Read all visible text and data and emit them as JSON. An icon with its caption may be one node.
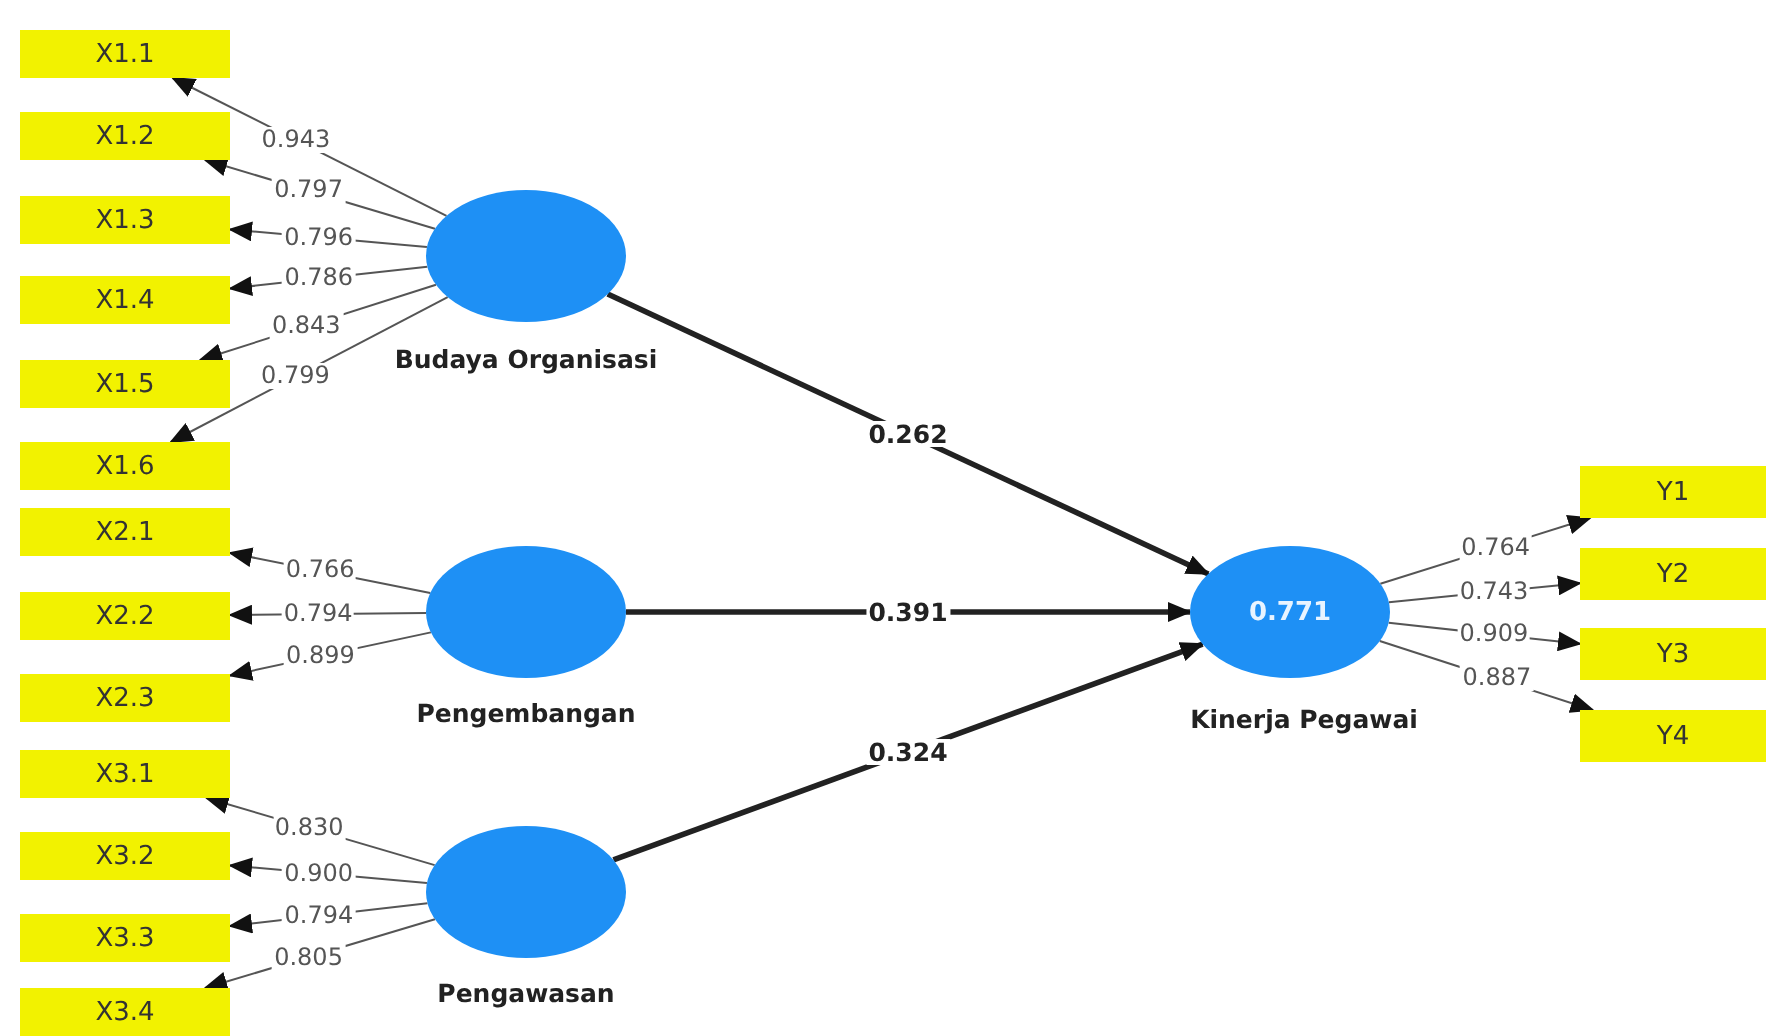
{
  "diagram": {
    "nodes": [
      {
        "text": [
          "X1.1"
        ]
      },
      {
        "text": [
          "X1.2"
        ]
      },
      {
        "text": [
          "X1.3"
        ]
      },
      {
        "text": [
          "X1.4"
        ]
      },
      {
        "text": [
          "X1.5"
        ]
      },
      {
        "text": [
          "X1.6"
        ]
      },
      {
        "text": [
          "X2.1"
        ]
      },
      {
        "text": [
          "X2.2"
        ]
      },
      {
        "text": [
          "X2.3"
        ]
      },
      {
        "text": [
          "X3.1"
        ]
      },
      {
        "text": [
          "X3.2"
        ]
      },
      {
        "text": [
          "X3.3"
        ]
      },
      {
        "text": [
          "X3.4"
        ]
      },
      {
        "text": [],
        "shape": "circle",
        "beside": [
          "Budaya Organisasi"
        ]
      },
      {
        "text": [],
        "shape": "circle",
        "beside": [
          "Pengembangan"
        ]
      },
      {
        "text": [],
        "shape": "circle",
        "beside": [
          "Pengawasan"
        ]
      },
      {
        "text": [
          "0.771"
        ],
        "beside": [
          "Kinerja Pegawai"
        ]
      },
      {
        "text": [
          "Y1"
        ]
      },
      {
        "text": [
          "Y2"
        ]
      },
      {
        "text": [
          "Y3"
        ]
      },
      {
        "text": [
          "Y4"
        ]
      }
    ],
    "edges": [
      {
        "from": 13,
        "to": 0,
        "arrow": "to",
        "label": "0.943"
      },
      {
        "from": 13,
        "to": 1,
        "arrow": "to",
        "label": "0.797"
      },
      {
        "from": 13,
        "to": 2,
        "arrow": "to",
        "label": "0.796"
      },
      {
        "from": 13,
        "to": 3,
        "arrow": "to",
        "label": "0.786"
      },
      {
        "from": 13,
        "to": 4,
        "arrow": "to",
        "label": "0.843"
      },
      {
        "from": 13,
        "to": 5,
        "arrow": "to",
        "label": "0.799"
      },
      {
        "from": 14,
        "to": 6,
        "arrow": "to",
        "label": "0.766"
      },
      {
        "from": 14,
        "to": 7,
        "arrow": "to",
        "label": "0.794"
      },
      {
        "from": 14,
        "to": 8,
        "arrow": "to",
        "label": "0.899"
      },
      {
        "from": 15,
        "to": 9,
        "arrow": "to",
        "label": "0.830"
      },
      {
        "from": 15,
        "to": 10,
        "arrow": "to",
        "label": "0.900"
      },
      {
        "from": 15,
        "to": 11,
        "arrow": "to",
        "label": "0.794"
      },
      {
        "from": 15,
        "to": 12,
        "arrow": "to",
        "label": "0.805"
      },
      {
        "from": 13,
        "to": 16,
        "arrow": "to",
        "label": "0.262",
        "style": "thick"
      },
      {
        "from": 14,
        "to": 16,
        "arrow": "to",
        "label": "0.391",
        "style": "thick"
      },
      {
        "from": 15,
        "to": 16,
        "arrow": "to",
        "label": "0.324",
        "style": "thick"
      },
      {
        "from": 16,
        "to": 17,
        "arrow": "to",
        "label": "0.764"
      },
      {
        "from": 16,
        "to": 18,
        "arrow": "to",
        "label": "0.743"
      },
      {
        "from": 16,
        "to": 19,
        "arrow": "to",
        "label": "0.909"
      },
      {
        "from": 16,
        "to": 20,
        "arrow": "to",
        "label": "0.887"
      }
    ]
  }
}
